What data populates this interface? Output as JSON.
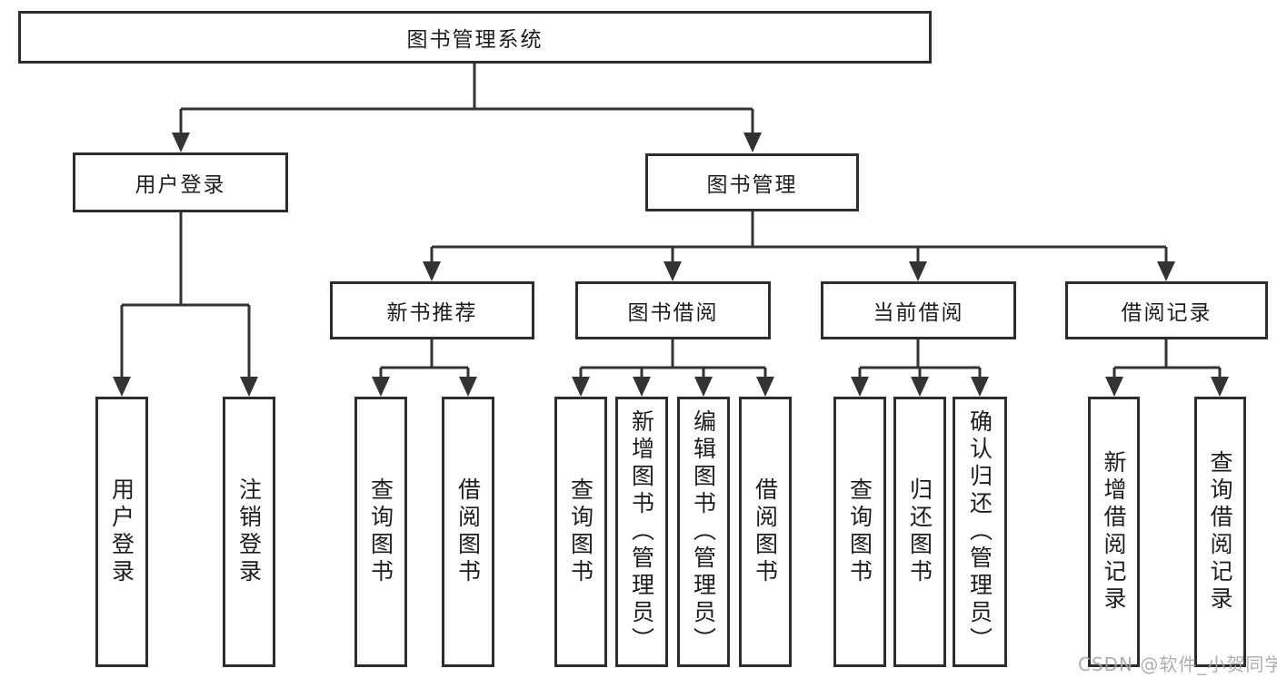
{
  "title": "图书管理系统",
  "level1": [
    {
      "label": "用户登录"
    },
    {
      "label": "图书管理"
    }
  ],
  "level2": [
    {
      "label": "新书推荐"
    },
    {
      "label": "图书借阅"
    },
    {
      "label": "当前借阅"
    },
    {
      "label": "借阅记录"
    }
  ],
  "leaves": [
    {
      "label": "用户登录"
    },
    {
      "label": "注销登录"
    },
    {
      "label": "查询图书"
    },
    {
      "label": "借阅图书"
    },
    {
      "label": "查询图书"
    },
    {
      "label": "新增图书（管理员）"
    },
    {
      "label": "编辑图书（管理员）"
    },
    {
      "label": "借阅图书"
    },
    {
      "label": "查询图书"
    },
    {
      "label": "归还图书"
    },
    {
      "label": "确认归还（管理员）"
    },
    {
      "label": "新增借阅记录"
    },
    {
      "label": "查询借阅记录"
    }
  ],
  "watermark": {
    "text": "CSDN @软件_小贺同学",
    "color": "#a5a5a5"
  },
  "colors": {
    "background": "#ffffff",
    "line": "#333333",
    "box_border": "#2d2d2d",
    "text": "#1d1d1f"
  }
}
